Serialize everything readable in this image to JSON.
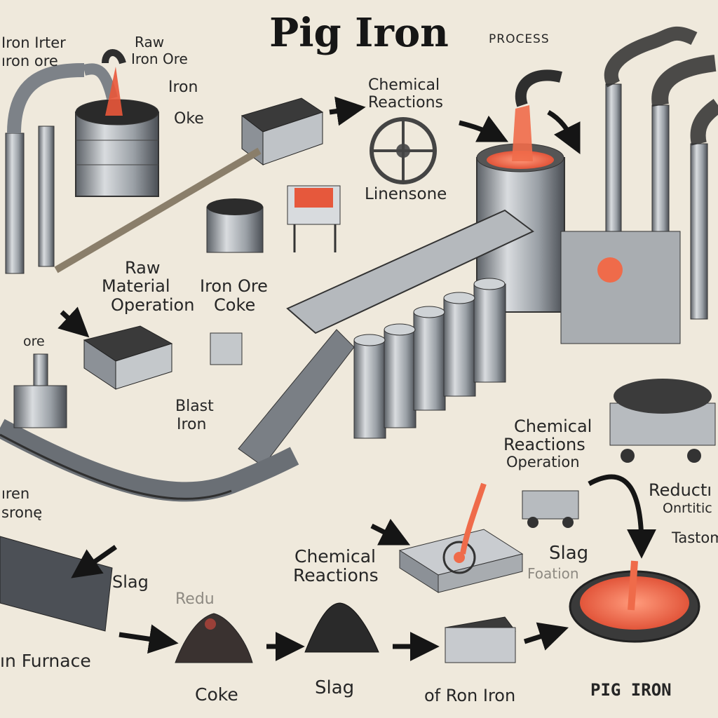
{
  "title": "Pig Iron",
  "subtitle": "PROCESS",
  "labels": {
    "iron_inter": "Iron Irter",
    "iron_ore_topleft": "ıron ore",
    "raw_top": "Raw",
    "iron_ore_top": "Iron Ore",
    "iron": "Iron",
    "oke": "Oke",
    "chem_top_1": "Chemical",
    "chem_top_2": "Reactions",
    "linensone": "Linensone",
    "raw_material_1": "Raw",
    "raw_material_2": "Material",
    "raw_material_3": "Operation",
    "iron_ore_mid": "Iron Ore",
    "coke_mid": "Coke",
    "ore_left": "ore",
    "blast_1": "Blast",
    "blast_2": "Iron",
    "chem_right_1": "Chemical",
    "chem_right_2": "Reactions",
    "chem_right_3": "Operation",
    "reduct_1": "Reductı",
    "reduct_2": "Onrtitic",
    "tastom_1": "Tastom",
    "chem_bottom_1": "Chemical",
    "chem_bottom_2": "Reactions",
    "slag_right": "Slag",
    "foation": "Foation",
    "slag_left": "Slag",
    "redu": "Redu",
    "left_fragment_1": "ıren",
    "left_fragment_2": "sronę",
    "furnace": "ın Furnace",
    "coke_bottom": "Coke",
    "slag_bottom": "Slag",
    "of_ron_iron": "of Ron Iron",
    "pig_iron": "PIG IRON"
  },
  "colors": {
    "paper": "#efe9dc",
    "ink": "#1e1e1e",
    "steel": "#9aa0a6",
    "steel_dark": "#4a4e54",
    "molten": "#ef6b4a",
    "smoke": "#2e2e2e"
  },
  "icons": [
    "smokestack-icon",
    "furnace-icon",
    "silo-icon",
    "conveyor-icon",
    "arrow-icon",
    "ladle-icon",
    "mine-cart-icon",
    "coke-pile-icon",
    "slag-pile-icon",
    "gear-wheel-icon"
  ]
}
